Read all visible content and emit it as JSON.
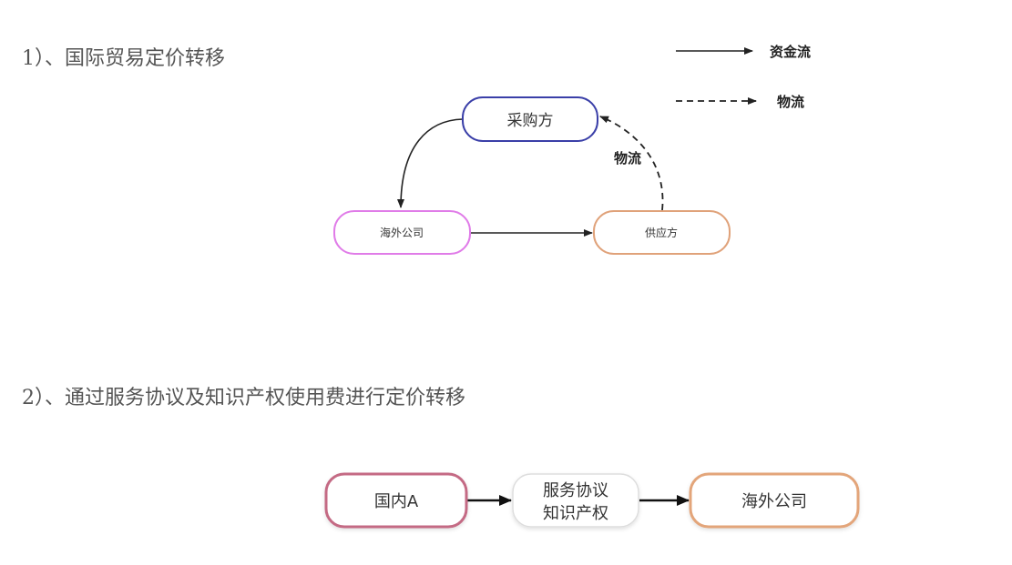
{
  "section1": {
    "heading": "1）、国际贸易定价转移",
    "legend": {
      "solid_label": "资金流",
      "dashed_label": "物流"
    },
    "nodes": {
      "buyer": "采购方",
      "overseas": "海外公司",
      "supplier": "供应方"
    },
    "edge_label": "物流"
  },
  "section2": {
    "heading": "2）、通过服务协议及知识产权使用费进行定价转移",
    "nodes": {
      "domestic": "国内A",
      "service_line1": "服务协议",
      "service_line2": "知识产权",
      "overseas": "海外公司"
    }
  },
  "colors": {
    "buyer_border": "#3a3fa8",
    "overseas_border": "#e07ce8",
    "supplier_border": "#e0a27a",
    "domestic_border": "#c46a84",
    "overseas2_border": "#e3a57a",
    "service_border": "#dddddd",
    "arrow": "#222222"
  }
}
